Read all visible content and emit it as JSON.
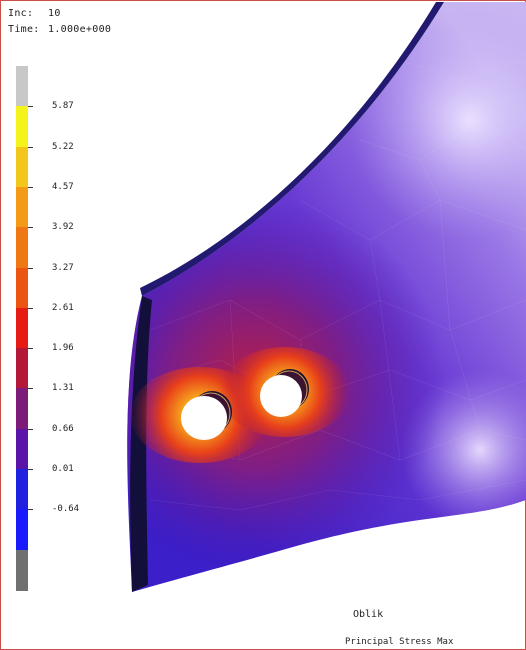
{
  "header": {
    "inc_label": "Inc:",
    "inc_value": "10",
    "time_label": "Time:",
    "time_value": "1.000e+000"
  },
  "legend": {
    "ticks": [
      "5.87",
      "5.22",
      "4.57",
      "3.92",
      "3.27",
      "2.61",
      "1.96",
      "1.31",
      "0.66",
      "0.01",
      "-0.64"
    ],
    "colors": [
      "#c8c8c8",
      "#f4f41c",
      "#f2c61a",
      "#f39a16",
      "#f07814",
      "#ec5412",
      "#e61c14",
      "#b41838",
      "#7c1c78",
      "#5a14a8",
      "#2020e0",
      "#1a1aff",
      "#707070"
    ]
  },
  "footer": {
    "view_name": "Oblik",
    "result_label": "Principal Stress Max"
  }
}
